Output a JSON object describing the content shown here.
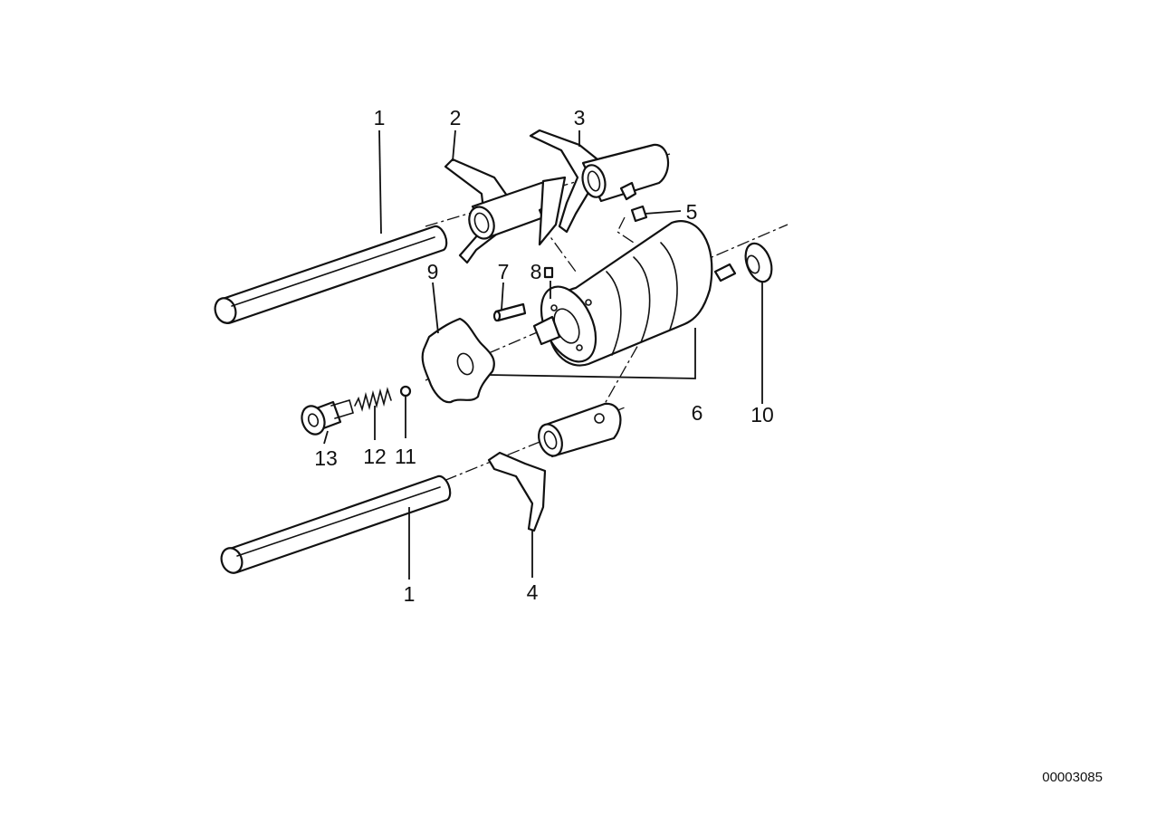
{
  "diagram": {
    "labels": {
      "l1_top": "1",
      "l2": "2",
      "l3": "3",
      "l5": "5",
      "l7": "7",
      "l8": "8",
      "l9": "9",
      "l10": "10",
      "l6": "6",
      "l11": "11",
      "l12": "12",
      "l13": "13",
      "l1_bottom": "1",
      "l4": "4"
    },
    "reference_code": "00003085"
  }
}
